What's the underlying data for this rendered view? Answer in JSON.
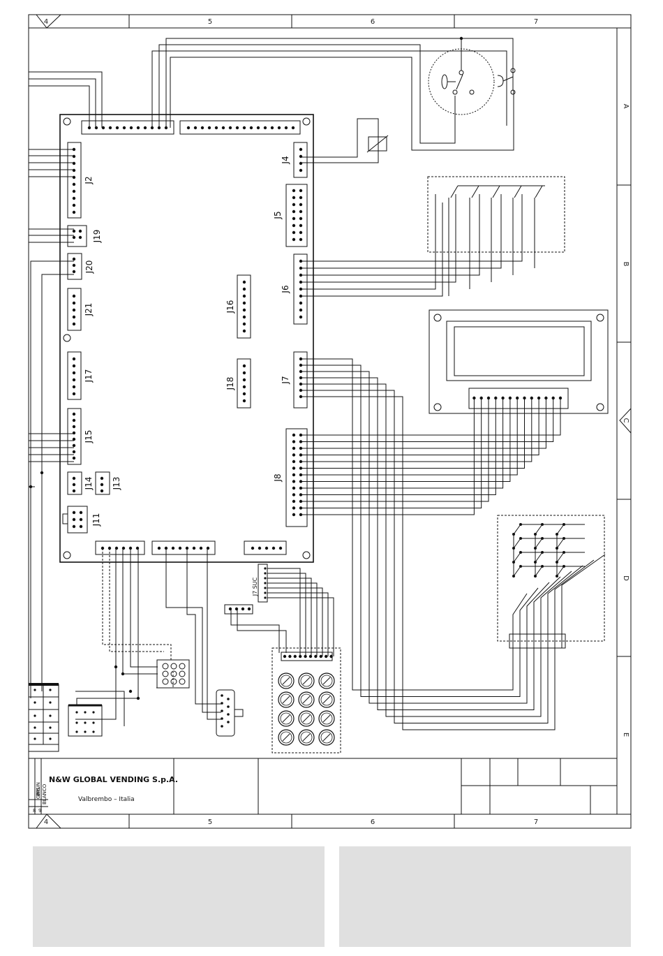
{
  "frame": {
    "columns": [
      "4",
      "5",
      "6",
      "7"
    ],
    "rows": [
      "A",
      "B",
      "C",
      "D",
      "E"
    ]
  },
  "connectors": [
    "J2",
    "J19",
    "J20",
    "J21",
    "J17",
    "J15",
    "J14",
    "J13",
    "J11",
    "J4",
    "J5",
    "J6",
    "J16",
    "J18",
    "J7",
    "J8"
  ],
  "cable_label": "J7 SUC",
  "title_block": {
    "company": "N&W GLOBAL VENDING S.p.A.",
    "city": "Valbrembo – Italia",
    "side_rows": [
      {
        "num": "8",
        "text": "GRIS"
      },
      {
        "num": "9",
        "text": "BLANCO"
      }
    ],
    "side_top": "BRUN"
  },
  "colors": {
    "line": "#111111",
    "panel": "#e0e0e0"
  }
}
